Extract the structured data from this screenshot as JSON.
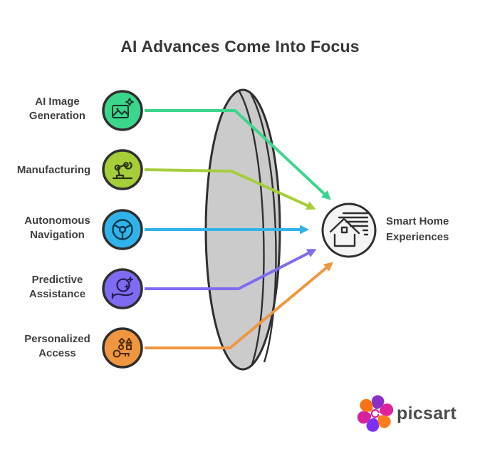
{
  "title": "AI Advances Come Into Focus",
  "diagram": {
    "lens": {
      "fill": "#cbcbcb",
      "outline": "#2f2f2f"
    },
    "inputs": [
      {
        "label_line1": "AI Image",
        "label_line2": "Generation",
        "color": "#3bd68c",
        "icon": "image-sparkle-icon"
      },
      {
        "label_line1": "Manufacturing",
        "label_line2": "",
        "color": "#a5ce39",
        "icon": "robot-arm-icon"
      },
      {
        "label_line1": "Autonomous",
        "label_line2": "Navigation",
        "color": "#2fb3ea",
        "icon": "steering-wheel-icon"
      },
      {
        "label_line1": "Predictive",
        "label_line2": "Assistance",
        "color": "#7d6bf2",
        "icon": "hand-orb-icon"
      },
      {
        "label_line1": "Personalized",
        "label_line2": "Access",
        "color": "#ef963f",
        "icon": "key-shapes-icon"
      }
    ],
    "output": {
      "label_line1": "Smart Home",
      "label_line2": "Experiences",
      "circle_fill": "#f4f4f4",
      "outline": "#2f2f2f",
      "icon": "house-wind-icon"
    }
  },
  "logo": {
    "text": "picsart",
    "petal_colors": [
      "#8b2fc9",
      "#e0219c",
      "#ff7b1c",
      "#7b2ff7",
      "#d6219c",
      "#f97316"
    ]
  }
}
